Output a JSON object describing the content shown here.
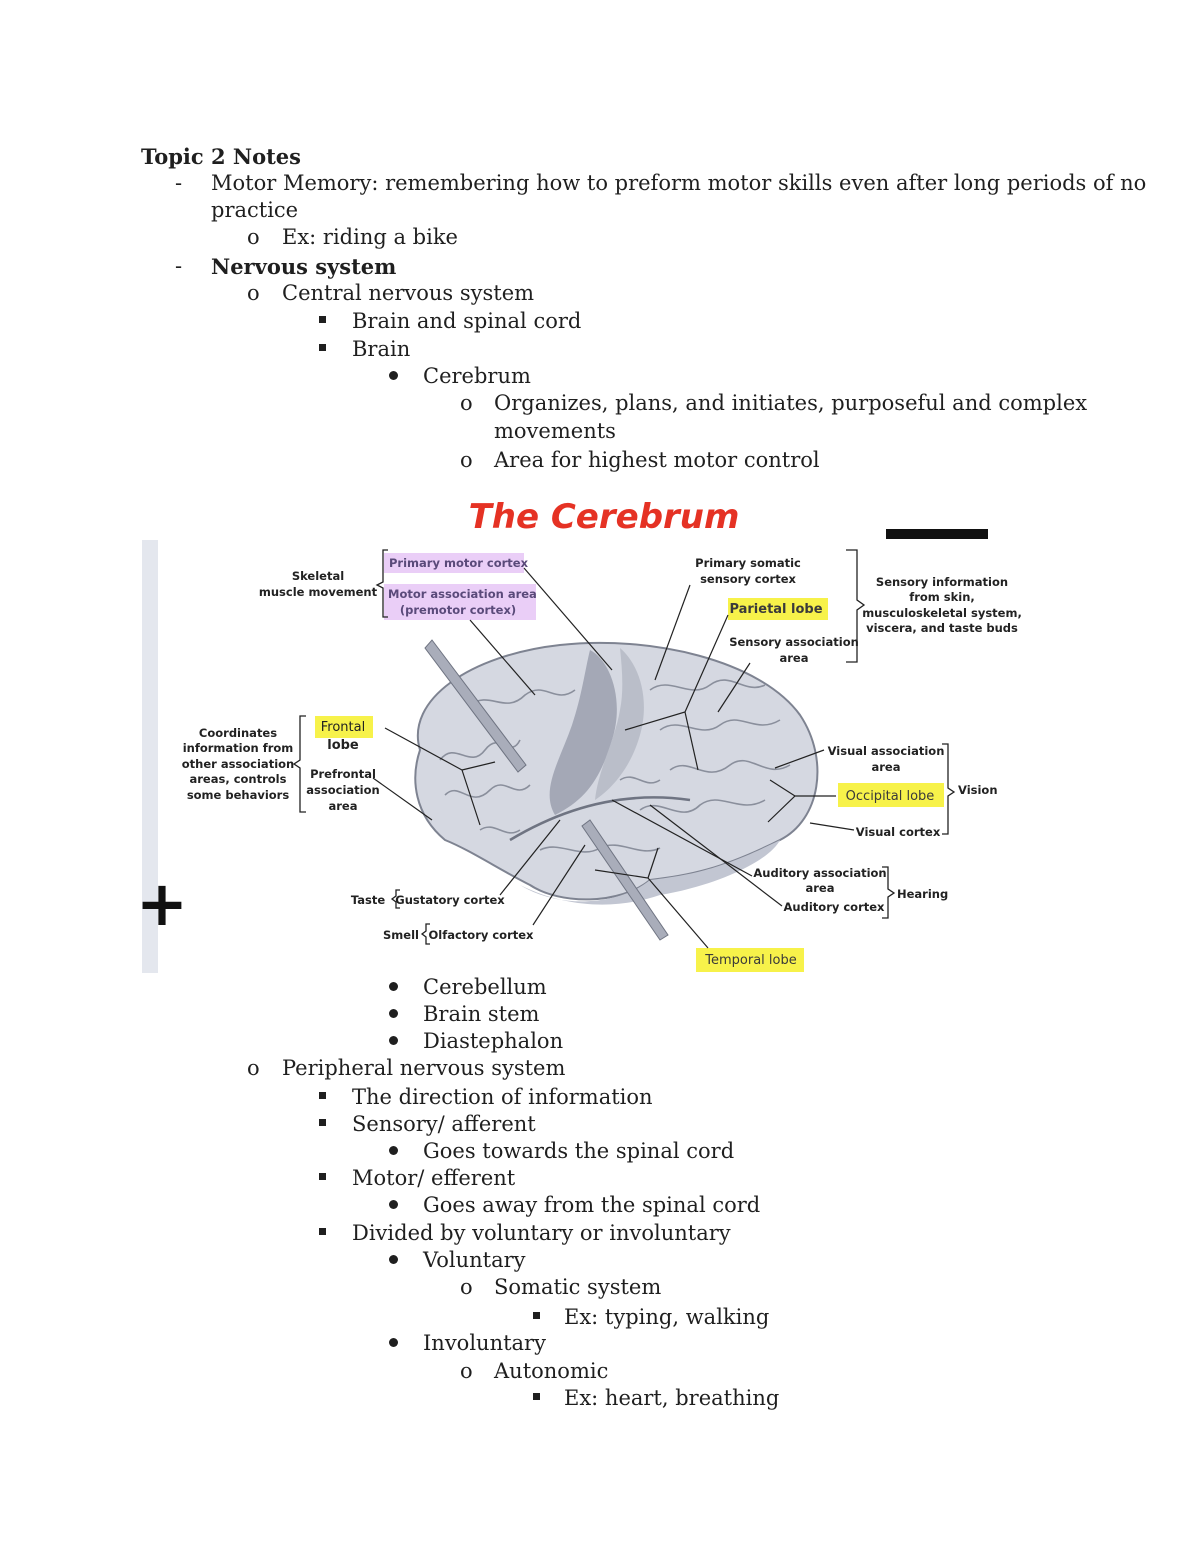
{
  "doc": {
    "title": "Topic 2 Notes",
    "motor_memory_line1": "Motor Memory: remembering how to preform motor skills even after long periods of no",
    "motor_memory_line2": "practice",
    "ex_bike": "Ex: riding a bike",
    "nervous_system": "Nervous system",
    "cns": "Central nervous system",
    "brain_spinal": "Brain and spinal cord",
    "brain": "Brain",
    "cerebrum": "Cerebrum",
    "organizes_line1": "Organizes, plans, and initiates, purposeful and complex",
    "organizes_line2": "movements",
    "area_highest": "Area for highest motor control",
    "cerebellum": "Cerebellum",
    "brain_stem": "Brain stem",
    "diastephalon": "Diastephalon",
    "pns": "Peripheral nervous system",
    "direction": "The direction of information",
    "sensory": "Sensory/ afferent",
    "towards": "Goes towards the spinal cord",
    "motor": "Motor/ efferent",
    "away": "Goes away from the spinal cord",
    "divided": "Divided by voluntary or involuntary",
    "voluntary": "Voluntary",
    "somatic": "Somatic system",
    "ex_typing": "Ex: typing, walking",
    "involuntary": "Involuntary",
    "autonomic": "Autonomic",
    "ex_heart": "Ex: heart, breathing"
  },
  "figure": {
    "title": "The Cerebrum",
    "title_color": "#e53224",
    "highlight_yellow": "#f7f24a",
    "highlight_purple": "#d9a6f0",
    "plus_glyph": "+",
    "labels": {
      "skeletal_1": "Skeletal",
      "skeletal_2": "muscle movement",
      "primary_motor": "Primary motor cortex",
      "motor_assoc_1": "Motor association area",
      "motor_assoc_2": "(premotor cortex)",
      "primary_somatic_1": "Primary somatic",
      "primary_somatic_2": "sensory cortex",
      "parietal": "Parietal lobe",
      "sensory_assoc_1": "Sensory association",
      "sensory_assoc_2": "area",
      "sensory_info_1": "Sensory information",
      "sensory_info_2": "from skin,",
      "sensory_info_3": "musculoskeletal system,",
      "sensory_info_4": "viscera, and taste buds",
      "coord_1": "Coordinates",
      "coord_2": "information from",
      "coord_3": "other association",
      "coord_4": "areas, controls",
      "coord_5": "some behaviors",
      "frontal_1": "Frontal",
      "frontal_2": "lobe",
      "prefrontal_1": "Prefrontal",
      "prefrontal_2": "association",
      "prefrontal_3": "area",
      "visual_assoc_1": "Visual association",
      "visual_assoc_2": "area",
      "occipital": "Occipital lobe",
      "vision": "Vision",
      "visual_cortex": "Visual cortex",
      "auditory_assoc_1": "Auditory association",
      "auditory_assoc_2": "area",
      "auditory_cortex": "Auditory cortex",
      "hearing": "Hearing",
      "taste": "Taste",
      "gustatory": "Gustatory cortex",
      "smell": "Smell",
      "olfactory": "Olfactory cortex",
      "temporal": "Temporal lobe"
    }
  }
}
